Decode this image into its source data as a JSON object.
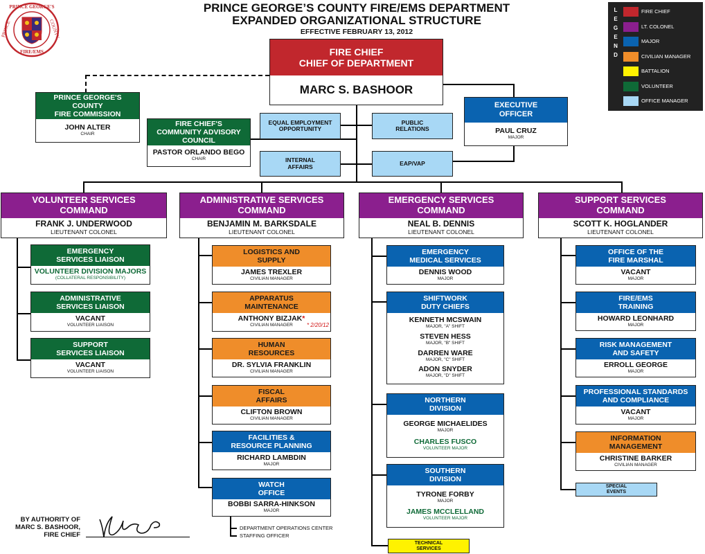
{
  "header": {
    "title_line1": "PRINCE GEORGE’S COUNTY FIRE/EMS DEPARTMENT",
    "title_line2": "EXPANDED ORGANIZATIONAL STRUCTURE",
    "effective": "EFFECTIVE FEBRUARY 13, 2012"
  },
  "seal": {
    "top": "PRINCE GEORGE'S",
    "left": "PRINCE",
    "right": "COUNTY",
    "bottom": "FIRE/EMS"
  },
  "legend": {
    "letters": [
      "L",
      "E",
      "G",
      "E",
      "N",
      "D"
    ],
    "items": [
      {
        "label": "FIRE CHIEF",
        "color": "#c1272d"
      },
      {
        "label": "LT. COLONEL",
        "color": "#8b1f8e"
      },
      {
        "label": "MAJOR",
        "color": "#0a63b0"
      },
      {
        "label": "CIVILIAN MANAGER",
        "color": "#ef8d2a"
      },
      {
        "label": "BATTALION",
        "color": "#fff200"
      },
      {
        "label": "VOLUNTEER",
        "color": "#0f6a37"
      },
      {
        "label": "OFFICE MANAGER",
        "color": "#a8d8f5"
      }
    ]
  },
  "chief": {
    "line1": "FIRE CHIEF",
    "line2": "CHIEF OF DEPARTMENT",
    "name": "MARC S. BASHOOR"
  },
  "commission": {
    "line1": "PRINCE GEORGE'S",
    "line2": "COUNTY",
    "line3": "FIRE COMMISSION",
    "name": "JOHN ALTER",
    "title": "CHAIR"
  },
  "advisory": {
    "line1": "FIRE CHIEF'S",
    "line2": "COMMUNITY ADVISORY",
    "line3": "COUNCIL",
    "name": "PASTOR ORLANDO BEGO",
    "title": "CHAIR"
  },
  "executive": {
    "line1": "EXECUTIVE",
    "line2": "OFFICER",
    "name": "PAUL CRUZ",
    "title": "MAJOR"
  },
  "staff": {
    "eeo_1": "EQUAL EMPLOYMENT",
    "eeo_2": "OPPORTUNITY",
    "pr_1": "PUBLIC",
    "pr_2": "RELATIONS",
    "ia_1": "INTERNAL",
    "ia_2": "AFFAIRS",
    "eap": "EAP/VAP"
  },
  "commands": {
    "volunteer": {
      "h1": "VOLUNTEER SERVICES",
      "h2": "COMMAND",
      "name": "FRANK J. UNDERWOOD",
      "title": "LIEUTENANT COLONEL"
    },
    "admin": {
      "h1": "ADMINISTRATIVE SERVICES",
      "h2": "COMMAND",
      "name": "BENJAMIN M. BARKSDALE",
      "title": "LIEUTENANT COLONEL"
    },
    "emergency": {
      "h1": "EMERGENCY SERVICES",
      "h2": "COMMAND",
      "name": "NEAL B. DENNIS",
      "title": "LIEUTENANT COLONEL"
    },
    "support": {
      "h1": "SUPPORT SERVICES",
      "h2": "COMMAND",
      "name": "SCOTT K. HOGLANDER",
      "title": "LIEUTENANT COLONEL"
    }
  },
  "volunteer_units": {
    "esl": {
      "h1": "EMERGENCY",
      "h2": "SERVICES LIAISON",
      "name": "VOLUNTEER DIVISION MAJORS",
      "title": "(COLLATERAL RESPONSIBILITY)"
    },
    "asl": {
      "h1": "ADMINISTRATIVE",
      "h2": "SERVICES LIAISON",
      "name": "VACANT",
      "title": "VOLUNTEER LIAISON"
    },
    "ssl": {
      "h1": "SUPPORT",
      "h2": "SERVICES LIAISON",
      "name": "VACANT",
      "title": "VOLUNTEER LIAISON"
    }
  },
  "admin_units": {
    "logistics": {
      "h1": "LOGISTICS AND",
      "h2": "SUPPLY",
      "name": "JAMES TREXLER",
      "title": "CIVILIAN MANAGER"
    },
    "apparatus": {
      "h1": "APPARATUS",
      "h2": "MAINTENANCE",
      "name": "ANTHONY BIZJAK",
      "star": "*",
      "title": "CIVILIAN MANAGER",
      "note": "* 2/20/12"
    },
    "hr": {
      "h1": "HUMAN",
      "h2": "RESOURCES",
      "name": "DR. SYLVIA FRANKLIN",
      "title": "CIVILIAN MANAGER"
    },
    "fiscal": {
      "h1": "FISCAL",
      "h2": "AFFAIRS",
      "name": "CLIFTON BROWN",
      "title": "CIVILIAN MANAGER"
    },
    "facilities": {
      "h1": "FACILITIES &",
      "h2": "RESOURCE PLANNING",
      "name": "RICHARD LAMBDIN",
      "title": "MAJOR"
    },
    "watch": {
      "h1": "WATCH",
      "h2": "OFFICE",
      "name": "BOBBI SARRA-HINKSON",
      "title": "MAJOR"
    },
    "doc": "DEPARTMENT OPERATIONS CENTER",
    "staffing": "STAFFING OFFICER"
  },
  "emergency_units": {
    "ems": {
      "h1": "EMERGENCY",
      "h2": "MEDICAL SERVICES",
      "name": "DENNIS WOOD",
      "title": "MAJOR"
    },
    "shift": {
      "h1": "SHIFTWORK",
      "h2": "DUTY CHIEFS",
      "p1": "KENNETH MCSWAIN",
      "t1": "MAJOR, \"A\" SHIFT",
      "p2": "STEVEN HESS",
      "t2": "MAJOR, \"B\" SHIFT",
      "p3": "DARREN WARE",
      "t3": "MAJOR, \"C\" SHIFT",
      "p4": "ADON SNYDER",
      "t4": "MAJOR, \"D\" SHIFT"
    },
    "northern": {
      "h1": "NORTHERN",
      "h2": "DIVISION",
      "name": "GEORGE MICHAELIDES",
      "title": "MAJOR",
      "vname": "CHARLES FUSCO",
      "vtitle": "VOLUNTEER MAJOR"
    },
    "southern": {
      "h1": "SOUTHERN",
      "h2": "DIVISION",
      "name": "TYRONE FORBY",
      "title": "MAJOR",
      "vname": "JAMES MCCLELLAND",
      "vtitle": "VOLUNTEER MAJOR"
    },
    "tech_1": "TECHNICAL",
    "tech_2": "SERVICES"
  },
  "support_units": {
    "ofm": {
      "h1": "OFFICE OF THE",
      "h2": "FIRE MARSHAL",
      "name": "VACANT",
      "title": "MAJOR"
    },
    "training": {
      "h1": "FIRE/EMS",
      "h2": "TRAINING",
      "name": "HOWARD LEONHARD",
      "title": "MAJOR"
    },
    "risk": {
      "h1": "RISK MANAGEMENT",
      "h2": "AND SAFETY",
      "name": "ERROLL GEORGE",
      "title": "MAJOR"
    },
    "pro": {
      "h1": "PROFESSIONAL STANDARDS",
      "h2": "AND COMPLIANCE",
      "name": "VACANT",
      "title": "MAJOR"
    },
    "info": {
      "h1": "INFORMATION",
      "h2": "MANAGEMENT",
      "name": "CHRISTINE BARKER",
      "title": "CIVILIAN MANAGER"
    },
    "special_1": "SPECIAL",
    "special_2": "EVENTS"
  },
  "authority": {
    "line1": "BY AUTHORITY OF",
    "line2": "MARC S. BASHOOR,",
    "line3": "FIRE CHIEF"
  }
}
